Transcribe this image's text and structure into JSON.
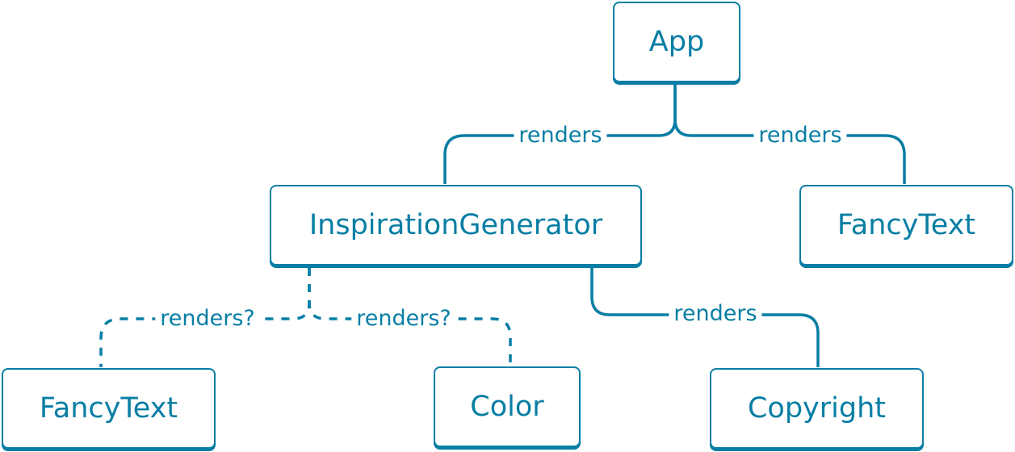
{
  "nodes": {
    "app": "App",
    "inspiration_generator": "InspirationGenerator",
    "fancy_text_top": "FancyText",
    "fancy_text_bottom": "FancyText",
    "color": "Color",
    "copyright": "Copyright"
  },
  "edges": {
    "app_to_inspiration": "renders",
    "app_to_fancy_text": "renders",
    "inspiration_to_fancy_text": "renders?",
    "inspiration_to_color": "renders?",
    "inspiration_to_copyright": "renders"
  },
  "colors": {
    "accent": "#087ea4",
    "background": "#ffffff"
  }
}
